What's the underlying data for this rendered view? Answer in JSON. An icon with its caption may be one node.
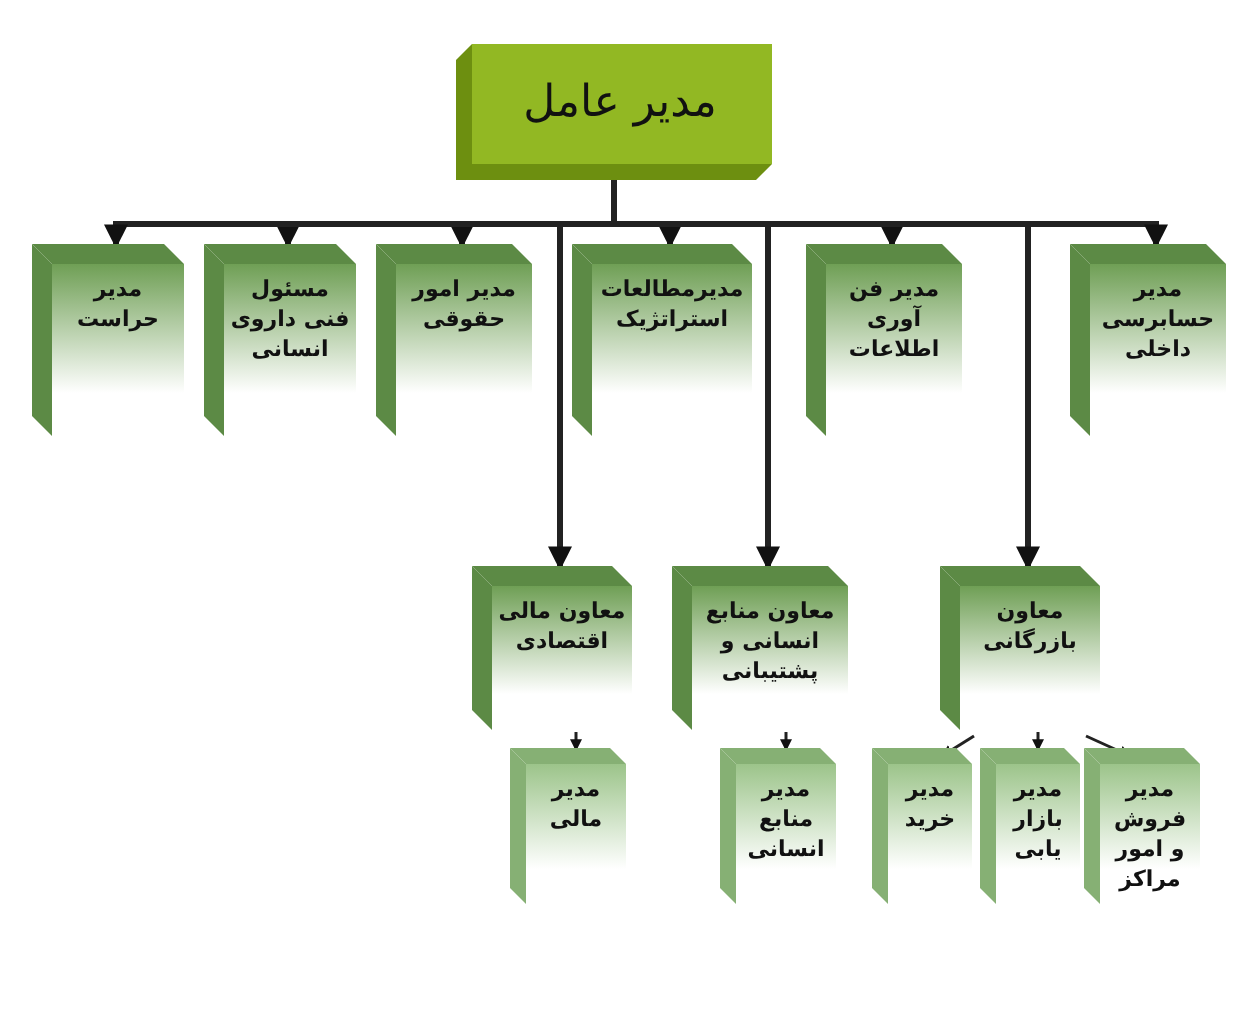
{
  "diagram": {
    "nodes": [
      {
        "text": [
          "مدیر عامل"
        ]
      },
      {
        "text": [
          "مدیر حسابرسی داخلی"
        ]
      },
      {
        "text": [
          "مدیر فن آوری اطلاعات"
        ]
      },
      {
        "text": [
          "مدیرمطالعات استراتژیک"
        ]
      },
      {
        "text": [
          "مدیر امور حقوقی"
        ]
      },
      {
        "text": [
          "مسئول فنی داروی انسانی"
        ]
      },
      {
        "text": [
          "مدیر حراست"
        ]
      },
      {
        "text": [
          "معاون بازرگانی"
        ]
      },
      {
        "text": [
          "معاون منابع انسانی و پشتیبانی"
        ]
      },
      {
        "text": [
          "معاون مالی اقتصادی"
        ]
      },
      {
        "text": [
          "مدیر مالی"
        ]
      },
      {
        "text": [
          "مدیر منابع انسانی"
        ]
      },
      {
        "text": [
          "مدیر خرید"
        ]
      },
      {
        "text": [
          "مدیر بازار یابی"
        ]
      },
      {
        "text": [
          "مدیر فروش و امور مراکز"
        ]
      }
    ],
    "edges": [
      {
        "from": 0,
        "to": 1,
        "arrow": "to"
      },
      {
        "from": 0,
        "to": 2,
        "arrow": "to"
      },
      {
        "from": 0,
        "to": 3,
        "arrow": "to"
      },
      {
        "from": 0,
        "to": 4,
        "arrow": "to"
      },
      {
        "from": 0,
        "to": 5,
        "arrow": "to"
      },
      {
        "from": 0,
        "to": 6,
        "arrow": "to"
      },
      {
        "from": 0,
        "to": 7,
        "arrow": "to"
      },
      {
        "from": 0,
        "to": 8,
        "arrow": "to"
      },
      {
        "from": 0,
        "to": 9,
        "arrow": "to"
      },
      {
        "from": 9,
        "to": 10,
        "arrow": "to"
      },
      {
        "from": 8,
        "to": 11,
        "arrow": "to"
      },
      {
        "from": 7,
        "to": 12,
        "arrow": "to"
      },
      {
        "from": 7,
        "to": 13,
        "arrow": "to"
      },
      {
        "from": 7,
        "to": 14,
        "arrow": "to"
      }
    ]
  }
}
